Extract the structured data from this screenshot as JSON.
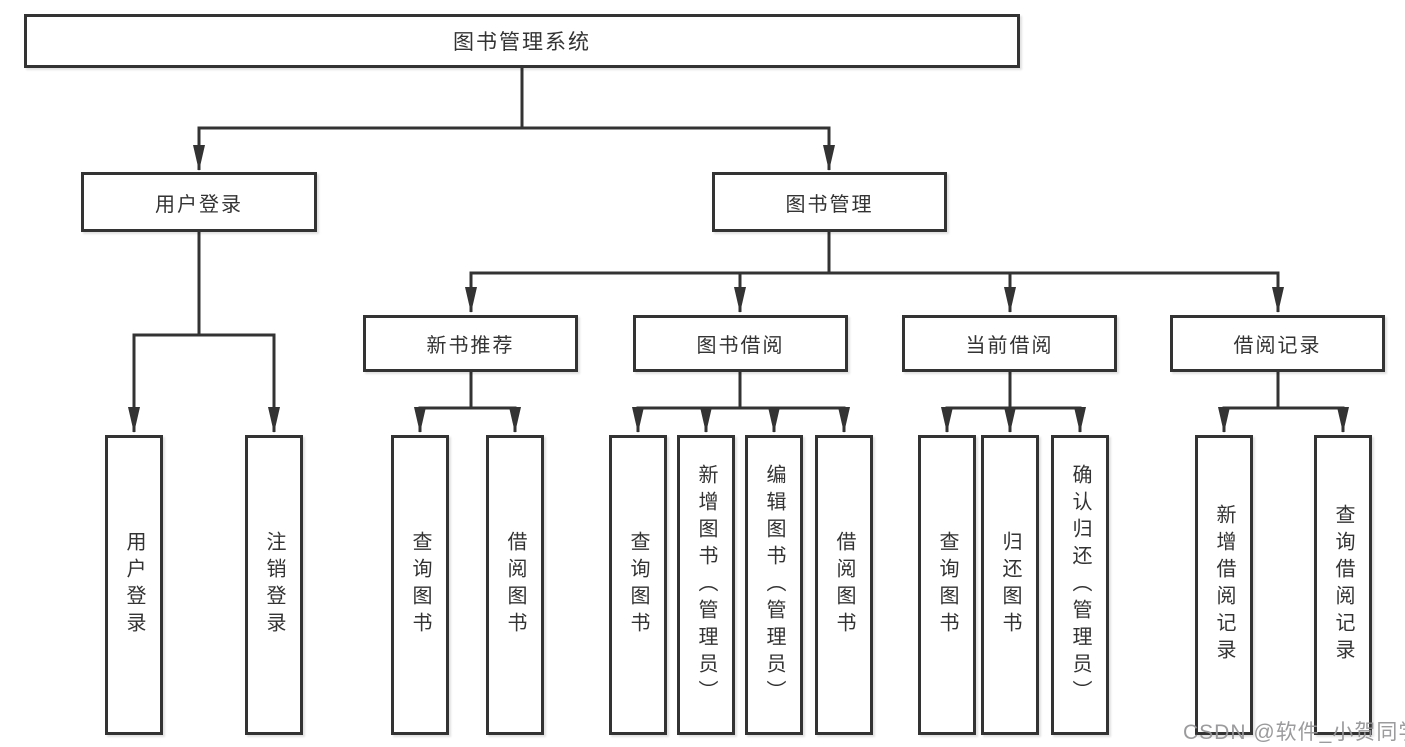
{
  "diagram": {
    "root": {
      "label": "图书管理系统",
      "children": [
        {
          "label": "用户登录",
          "children": [
            {
              "label": "用户登录"
            },
            {
              "label": "注销登录"
            }
          ]
        },
        {
          "label": "图书管理",
          "children": [
            {
              "label": "新书推荐",
              "children": [
                {
                  "label": "查询图书"
                },
                {
                  "label": "借阅图书"
                }
              ]
            },
            {
              "label": "图书借阅",
              "children": [
                {
                  "label": "查询图书"
                },
                {
                  "label": "新增图书（管理员）"
                },
                {
                  "label": "编辑图书（管理员）"
                },
                {
                  "label": "借阅图书"
                }
              ]
            },
            {
              "label": "当前借阅",
              "children": [
                {
                  "label": "查询图书"
                },
                {
                  "label": "归还图书"
                },
                {
                  "label": "确认归还（管理员）"
                }
              ]
            },
            {
              "label": "借阅记录",
              "children": [
                {
                  "label": "新增借阅记录"
                },
                {
                  "label": "查询借阅记录"
                }
              ]
            }
          ]
        }
      ]
    }
  },
  "watermark": {
    "text": "CSDN @软件_小贺同学"
  },
  "colors": {
    "line": "#333333",
    "box_border": "#333333",
    "text": "#333333",
    "box_background": "#ffffff",
    "page_background": "#ffffff",
    "watermark": "#969698"
  }
}
